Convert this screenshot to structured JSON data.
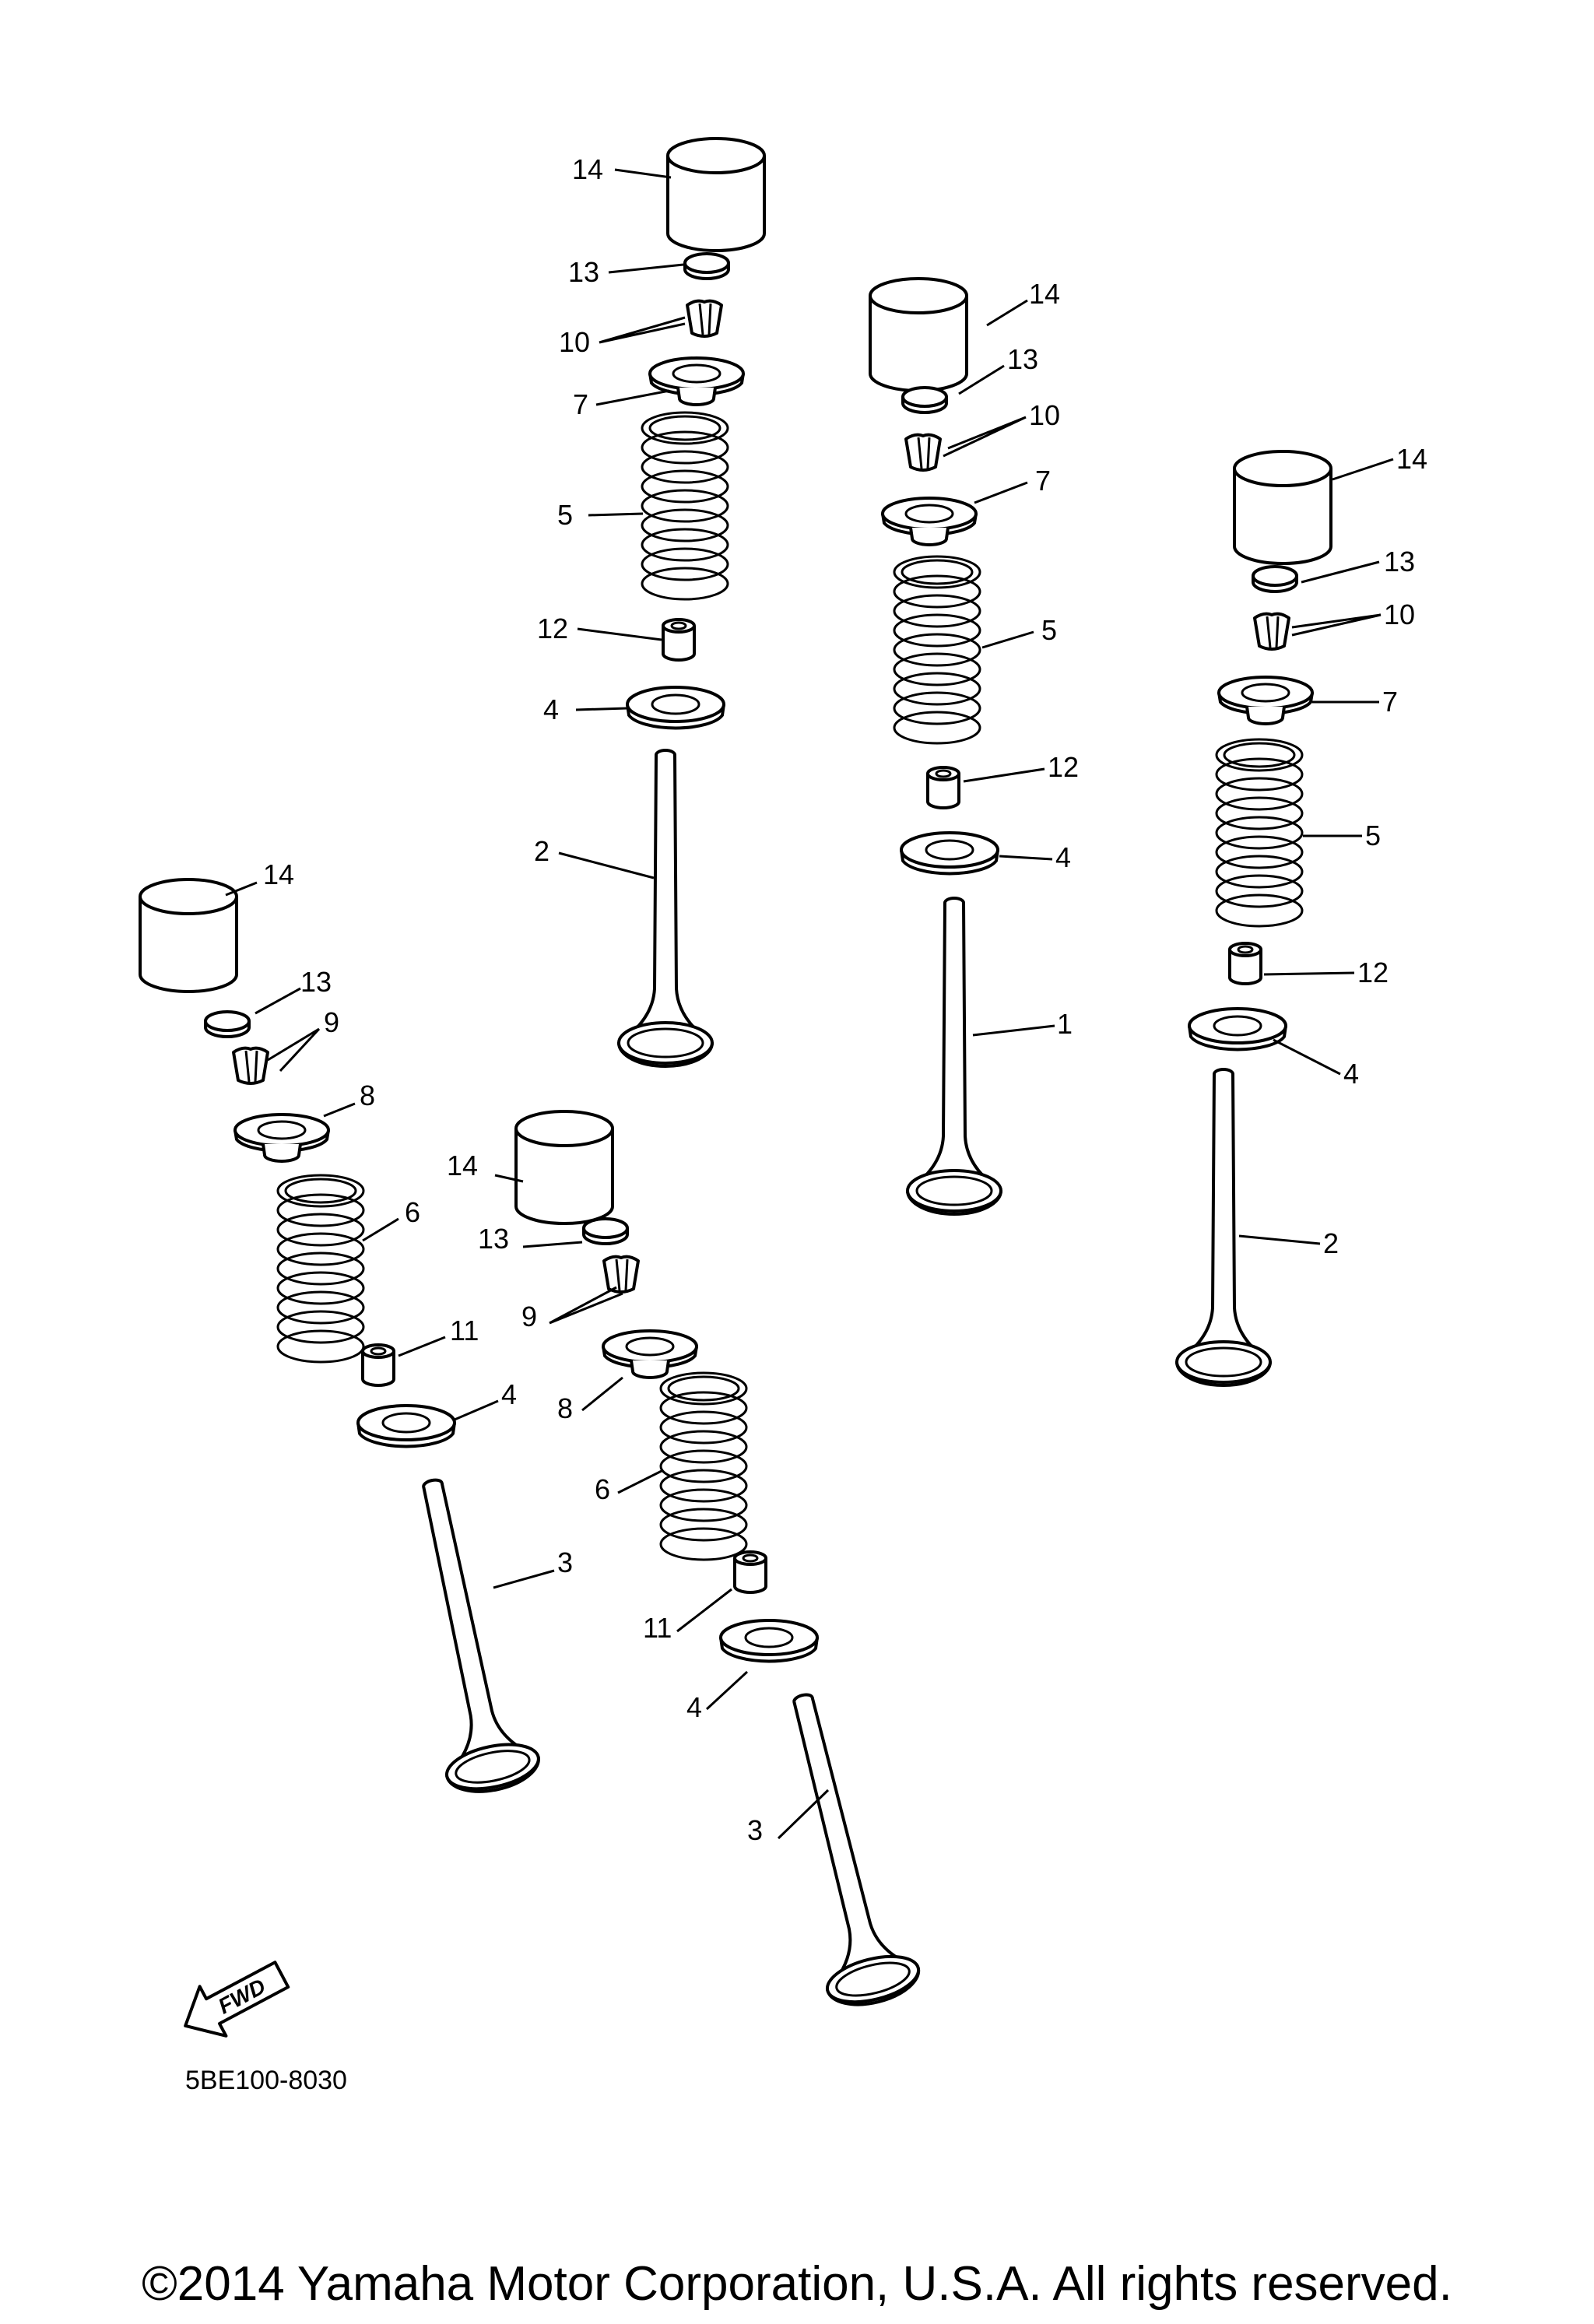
{
  "callouts": {
    "c1": "1",
    "c2": "2",
    "c3": "3",
    "c4": "4",
    "c5": "5",
    "c6": "6",
    "c7": "7",
    "c8": "8",
    "c9": "9",
    "c10": "10",
    "c11": "11",
    "c12": "12",
    "c13": "13",
    "c14": "14"
  },
  "fwd_label": "FWD",
  "diagram_code": "5BE100-8030",
  "copyright": "©2014 Yamaha Motor Corporation, U.S.A. All rights reserved."
}
